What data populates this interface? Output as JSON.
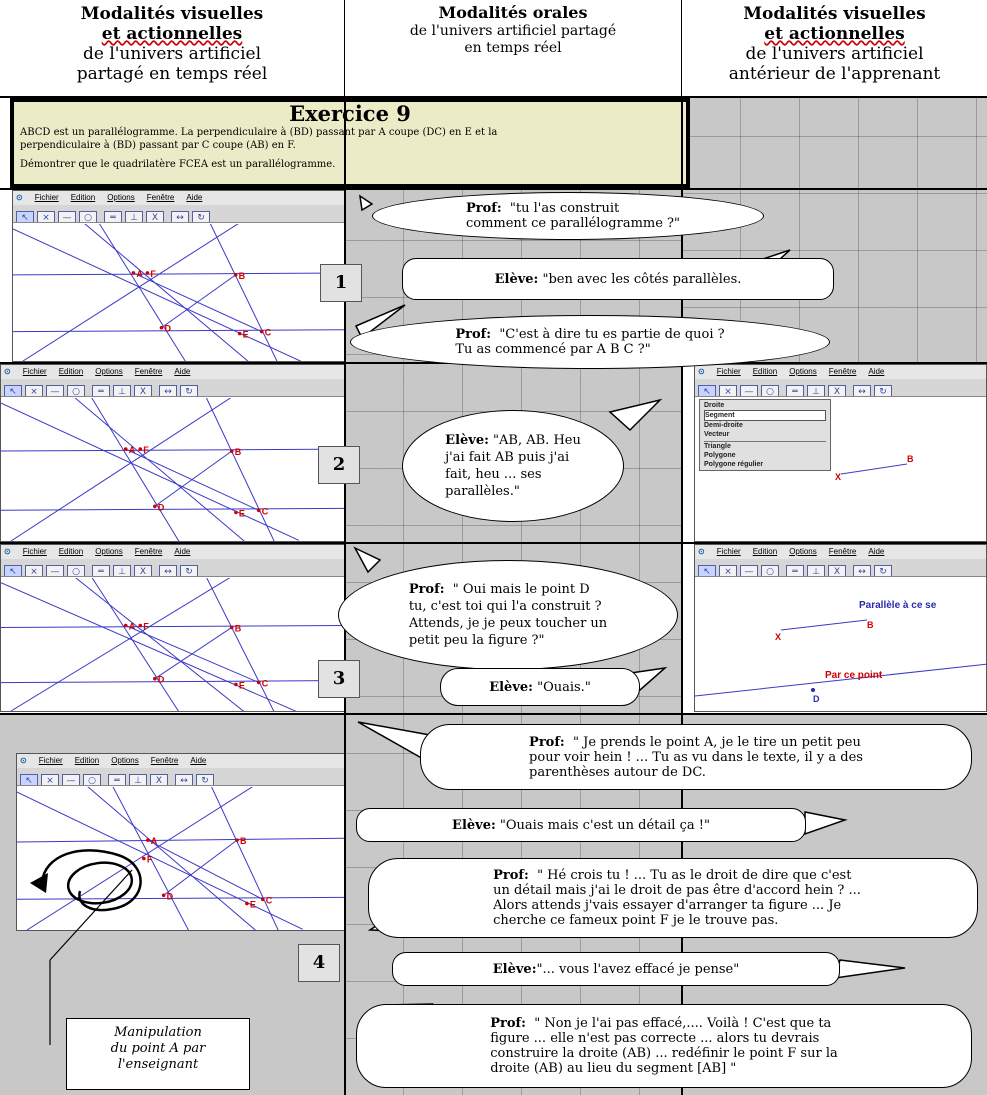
{
  "headers": {
    "col1_line1": "Modalités visuelles",
    "col1_line2": "et actionnelles",
    "col1_line3": "de l'univers artificiel",
    "col1_line4": "partagé en temps réel",
    "col2_line1": "Modalités orales",
    "col2_line2": "de l'univers artificiel partagé",
    "col2_line3": "en temps réel",
    "col3_line1": "Modalités visuelles",
    "col3_line2": "et actionnelles",
    "col3_line3": "de l'univers artificiel",
    "col3_line4": "antérieur de l'apprenant"
  },
  "exercise": {
    "title": "Exercice 9",
    "line1": "ABCD est un parallélogramme. La perpendiculaire à (BD) passant par A coupe (DC) en E et la",
    "line2": "perpendiculaire à (BD) passant par C coupe (AB) en F.",
    "line3": "Démontrer que le quadrilatère FCEA est un parallélogramme."
  },
  "geometry_window": {
    "menu": [
      "Fichier",
      "Edition",
      "Options",
      "Fenêtre",
      "Aide"
    ],
    "tool_icons": [
      "pointer-tool",
      "line-tool",
      "segment-tool",
      "circle-tool",
      "parallel-tool",
      "perpendicular-tool",
      "intersection-tool",
      "measure-tool",
      "transform-tool"
    ]
  },
  "points": {
    "a": "A",
    "b": "B",
    "c": "C",
    "d": "D",
    "e": "E",
    "f": "F",
    "x": "X"
  },
  "steps": [
    "1",
    "2",
    "3",
    "4"
  ],
  "dialogue": {
    "p1_spk": "Prof:",
    "p1_line1": "\"tu l'as construit",
    "p1_line2": "comment ce parallélogramme ?\"",
    "e1_spk": "Elève:",
    "e1_text": "\"ben avec les côtés parallèles.",
    "p2_spk": "Prof:",
    "p2_line1": "\"C'est à dire tu es partie de quoi ?",
    "p2_line2": "Tu as commencé par A B C ?\"",
    "e2_spk": "Elève:",
    "e2_line1": "\"AB, AB. Heu",
    "e2_line2": "j'ai fait AB puis j'ai",
    "e2_line3": "fait, heu ... ses",
    "e2_line4": "parallèles.\"",
    "p3_spk": "Prof:",
    "p3_line1": "\" Oui mais le point D",
    "p3_line2": "tu, c'est toi qui l'a construit ?",
    "p3_line3": "Attends, je je peux toucher un",
    "p3_line4": "petit peu la figure ?\"",
    "e3_spk": "Elève:",
    "e3_text": "\"Ouais.\"",
    "p4_spk": "Prof:",
    "p4_line1": "\" Je prends le point A, je le tire un petit peu",
    "p4_line2": "pour voir hein ! ... Tu as vu dans le texte, il y a des",
    "p4_line3": "parenthèses autour de DC.",
    "e4_spk": "Elève:",
    "e4_text": "\"Ouais mais c'est un détail ça !\"",
    "p5_spk": "Prof:",
    "p5_line1": "\" Hé crois tu ! ... Tu as le droit de dire que c'est",
    "p5_line2": "un détail mais j'ai le droit de pas être d'accord hein ? ...",
    "p5_line3": "Alors attends j'vais essayer d'arranger ta figure ... Je",
    "p5_line4": "cherche ce fameux point F je le trouve pas.",
    "e5_spk": "Elève:",
    "e5_text": "\"... vous l'avez effacé je pense\"",
    "p6_spk": "Prof:",
    "p6_line1": "\" Non je l'ai pas effacé,.... Voilà ! C'est que ta",
    "p6_line2": "figure ... elle n'est pas correcte ... alors tu devrais",
    "p6_line3": "construire la droite (AB) ... redéfinir le point F sur la",
    "p6_line4": "droite (AB) au lieu du segment [AB] \""
  },
  "student_menu": [
    "Droite",
    "Segment",
    "Demi-droite",
    "Vecteur",
    "Triangle",
    "Polygone",
    "Polygone régulier"
  ],
  "student_labels": {
    "parallel": "Parallèle à ce se",
    "point": "Par ce point"
  },
  "caption": {
    "line1": "Manipulation",
    "line2": "du point A par",
    "line3": "l'enseignant"
  },
  "colors": {
    "grid": "#c8c8c8",
    "exercise_bg": "#ecebc8",
    "line_blue": "#3a3ac8",
    "point_red": "#d00000"
  }
}
